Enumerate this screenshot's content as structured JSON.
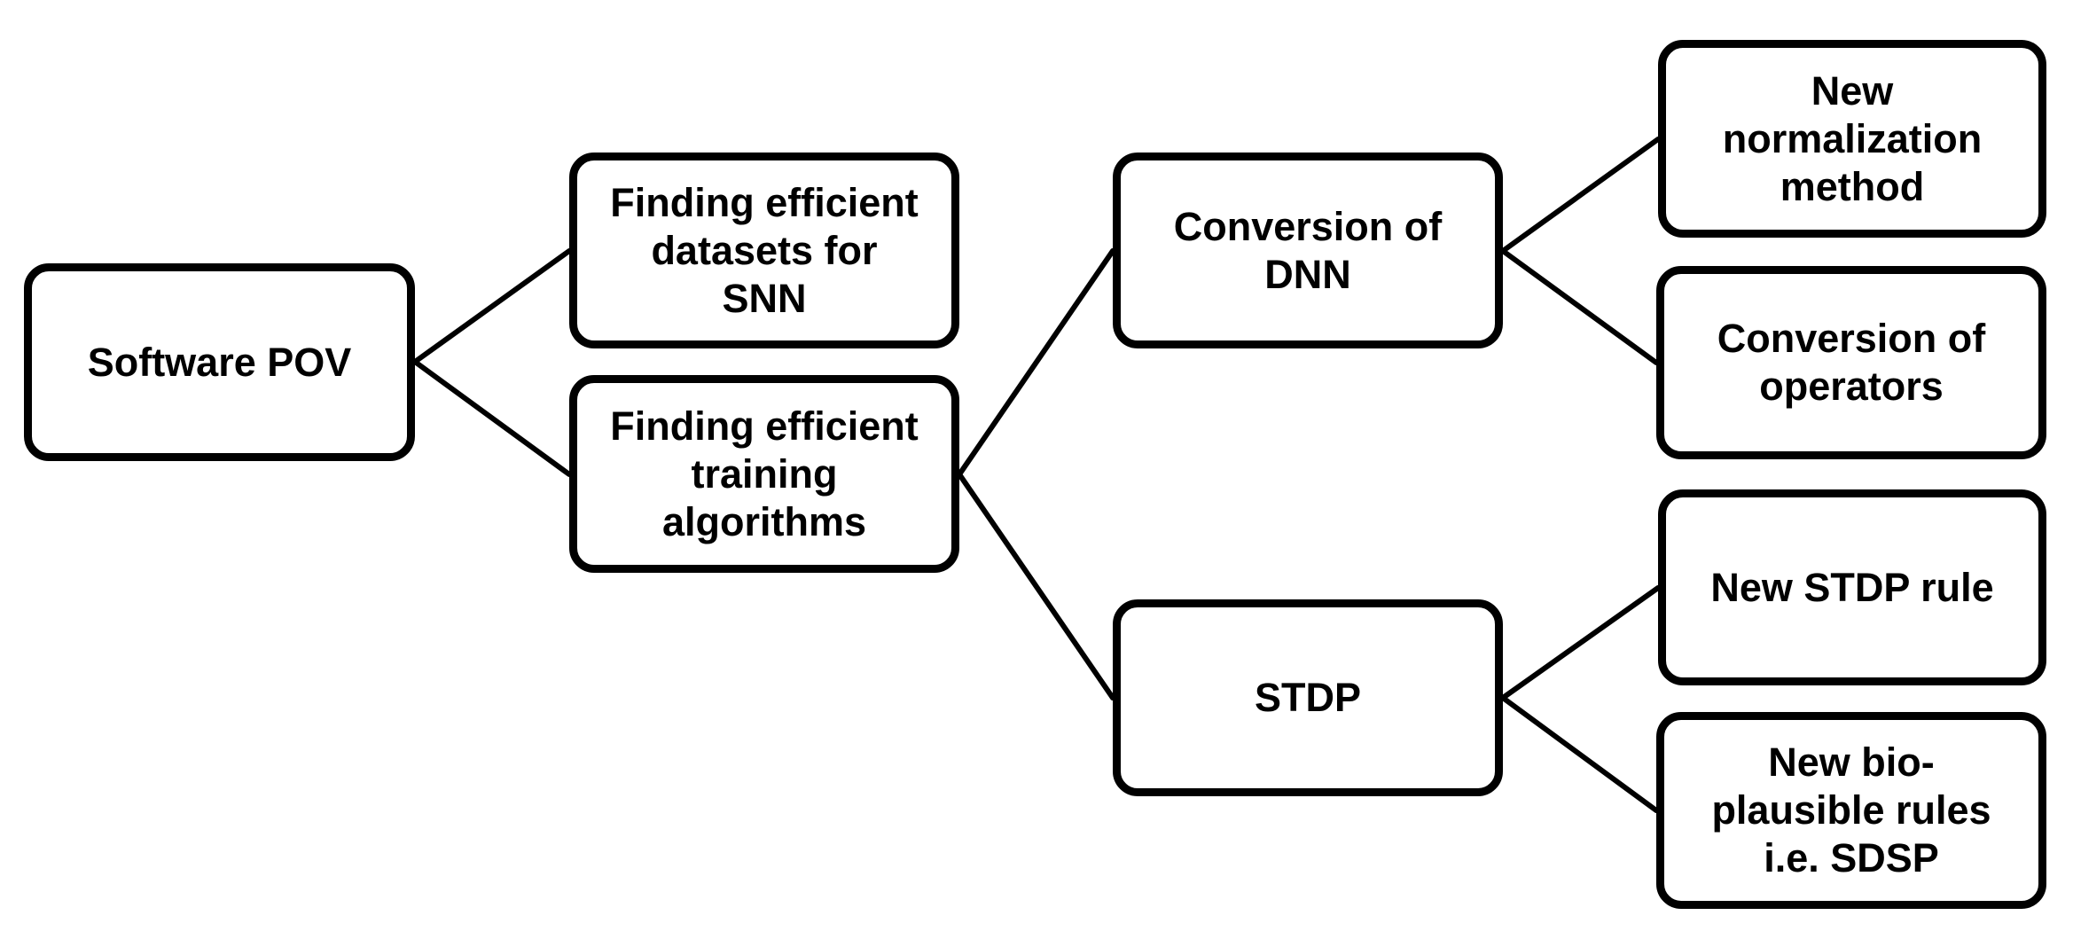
{
  "diagram": {
    "title": "Software POV taxonomy tree",
    "colors": {
      "background": "#ffffff",
      "box_fill": "#ffffff",
      "box_border": "#000000",
      "text": "#000000",
      "connector": "#000000"
    },
    "nodes": {
      "software_pov": {
        "label": "Software POV",
        "lines": [
          "Software POV"
        ]
      },
      "datasets": {
        "label": "Finding efficient datasets for SNN",
        "lines": [
          "Finding efficient",
          "datasets for",
          "SNN"
        ]
      },
      "training": {
        "label": "Finding efficient training algorithms",
        "lines": [
          "Finding efficient",
          "training",
          "algorithms"
        ]
      },
      "conversion_dnn": {
        "label": "Conversion of DNN",
        "lines": [
          "Conversion of",
          "DNN"
        ]
      },
      "stdp": {
        "label": "STDP",
        "lines": [
          "STDP"
        ]
      },
      "new_normalization": {
        "label": "New normalization method",
        "lines": [
          "New",
          "normalization",
          "method"
        ]
      },
      "conversion_ops": {
        "label": "Conversion of operators",
        "lines": [
          "Conversion of",
          "operators"
        ]
      },
      "new_stdp_rule": {
        "label": "New STDP rule",
        "lines": [
          "New STDP rule"
        ]
      },
      "new_bio_rules": {
        "label": "New bio-plausible rules i.e. SDSP",
        "lines": [
          "New bio-",
          "plausible rules",
          "i.e. SDSP"
        ]
      }
    },
    "edges": [
      {
        "from": "software_pov",
        "to": "datasets"
      },
      {
        "from": "software_pov",
        "to": "training"
      },
      {
        "from": "training",
        "to": "conversion_dnn"
      },
      {
        "from": "training",
        "to": "stdp"
      },
      {
        "from": "conversion_dnn",
        "to": "new_normalization"
      },
      {
        "from": "conversion_dnn",
        "to": "conversion_ops"
      },
      {
        "from": "stdp",
        "to": "new_stdp_rule"
      },
      {
        "from": "stdp",
        "to": "new_bio_rules"
      }
    ]
  }
}
